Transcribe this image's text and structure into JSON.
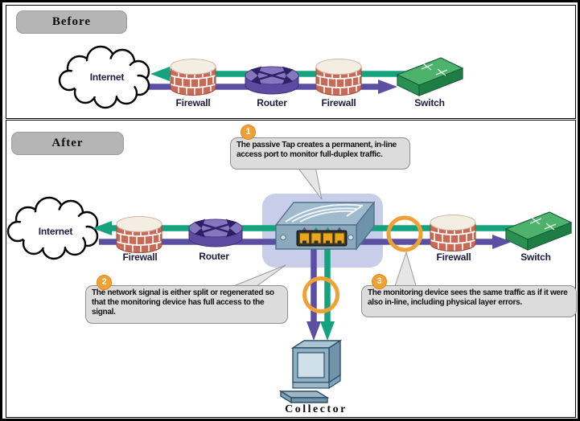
{
  "before": {
    "title": "Before",
    "node_labels": [
      "Internet",
      "Firewall",
      "Router",
      "Firewall",
      "Switch"
    ]
  },
  "after": {
    "title": "After",
    "node_labels": [
      "Internet",
      "Firewall",
      "Router",
      "Firewall",
      "Switch"
    ],
    "collector_label": "Collector",
    "callouts": [
      {
        "number": "1",
        "text": "The passive Tap creates a permanent, in-line access port to monitor full-duplex traffic."
      },
      {
        "number": "2",
        "text": "The network signal is either split or regenerated so that the monitoring device has full access to the signal."
      },
      {
        "number": "3",
        "text": "The monitoring device sees the same traffic as if it were also in-line, including physical layer errors."
      }
    ]
  },
  "icons": {
    "internet": "cloud-icon",
    "firewall": "firewall-icon",
    "router": "router-icon",
    "switch": "switch-icon",
    "tap": "tap-icon",
    "collector": "collector-icon",
    "highlight": "highlight-ring-icon"
  },
  "colors": {
    "outbound_line": "#14a37c",
    "inbound_line": "#5a4fa2",
    "highlight_ring": "#f0a135",
    "tap_zone_bg": "#c8cee9",
    "callout_bg": "#dcdcdc",
    "pill_bg": "#b5b5b5"
  }
}
